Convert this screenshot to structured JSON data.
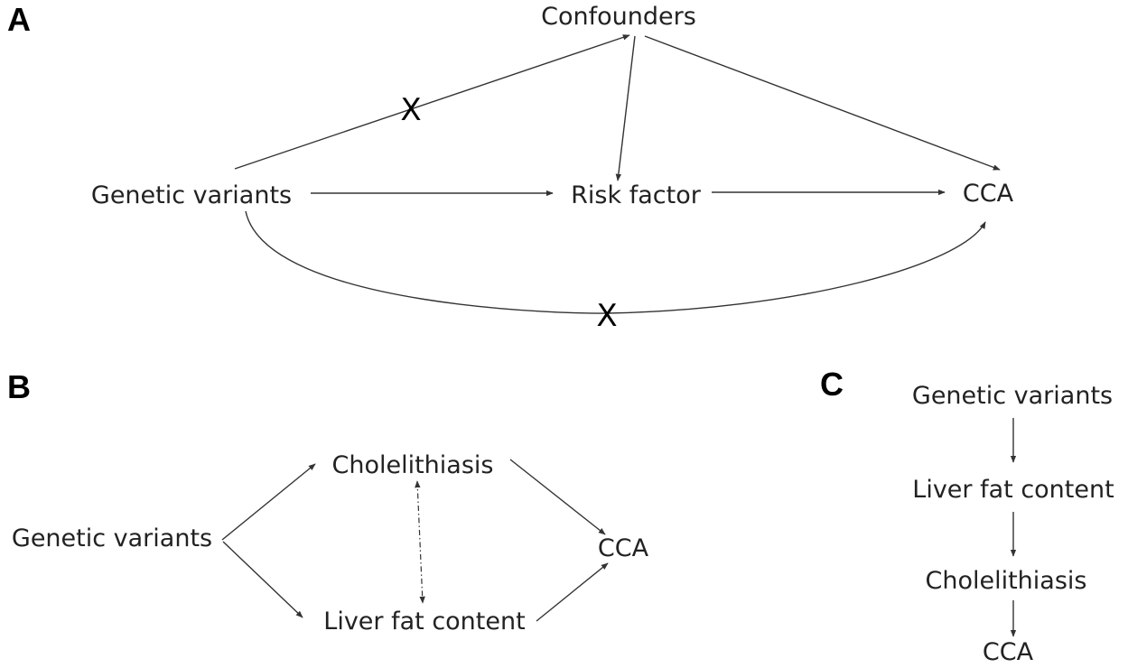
{
  "panels": {
    "a": {
      "letter": "A",
      "nodes": {
        "confounders": "Confounders",
        "genetic_variants": "Genetic variants",
        "risk_factor": "Risk factor",
        "cca": "CCA"
      },
      "blocked_marker": "X"
    },
    "b": {
      "letter": "B",
      "nodes": {
        "genetic_variants": "Genetic variants",
        "cholelithiasis": "Cholelithiasis",
        "liver_fat_content": "Liver fat content",
        "cca": "CCA"
      }
    },
    "c": {
      "letter": "C",
      "nodes": {
        "genetic_variants": "Genetic variants",
        "liver_fat_content": "Liver fat content",
        "cholelithiasis": "Cholelithiasis",
        "cca": "CCA"
      }
    }
  },
  "colors": {
    "text": "#222222",
    "line": "#333333",
    "background": "#ffffff"
  }
}
